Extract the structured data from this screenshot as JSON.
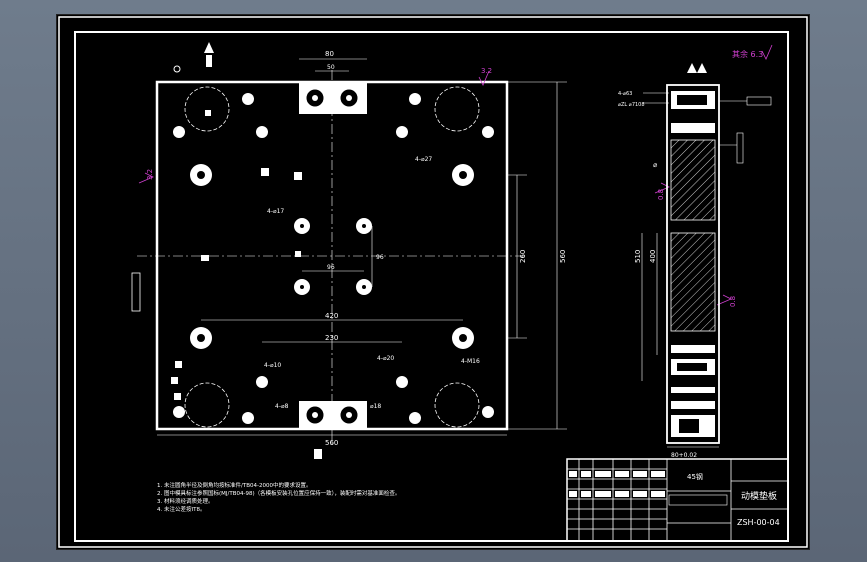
{
  "drawing": {
    "title_block": {
      "part_name": "动模垫板",
      "drawing_no": "ZSH-00-04",
      "material_grade": "45钢"
    },
    "notes": [
      "1. 未注圆角半径及倒角均按标准件/TB04-2000中的要求设置。",
      "2. 图中模具标注参照国标(MJ/TB04-98)（各模板安装孔位置应保持一致），装配时需对基准面检查。",
      "3. 材料须经调质处理。",
      "4. 未注公差按IT8。"
    ],
    "surface_finish": {
      "general": "其余 6.3",
      "marks": [
        "3.2",
        "3.2",
        "0.8",
        "0.8"
      ]
    },
    "front_view": {
      "overall_width": "560",
      "overall_height": "560",
      "inner_height": "260",
      "hole_span_top": "80",
      "hole_span_top_inner": "50",
      "hole_pitch_x_outer": "420",
      "hole_pitch_x_inner": "230",
      "hole_pitch_center_x": "96",
      "hole_pitch_center_y": "96",
      "hole_callouts": [
        "4-⌀27",
        "4-⌀17",
        "4-⌀10",
        "4-⌀20",
        "4-M16",
        "4-⌀8",
        "⌀18"
      ]
    },
    "side_view": {
      "height_outer": "510",
      "height_inner": "400",
      "thickness": "80+0.02",
      "callouts": [
        "4-⌀63",
        "⌀ZL ⌀7108",
        "⌀"
      ]
    }
  }
}
